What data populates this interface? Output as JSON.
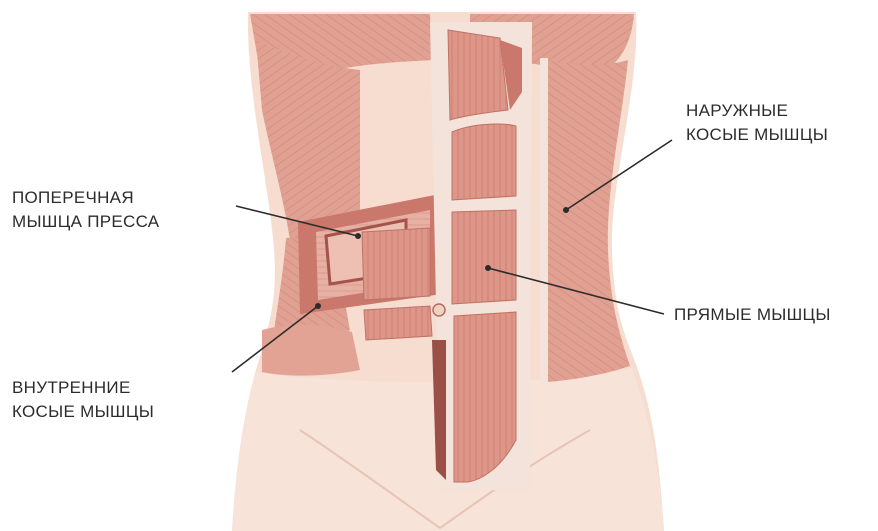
{
  "labels": {
    "transverse": [
      "ПОПЕРЕЧНАЯ",
      "МЫШЦА ПРЕССА"
    ],
    "internal_oblique": [
      "ВНУТРЕННИЕ",
      "КОСЫЕ МЫШЦЫ"
    ],
    "external_oblique": [
      "НАРУЖНЫЕ",
      "КОСЫЕ МЫШЦЫ"
    ],
    "rectus": [
      "ПРЯМЫЕ МЫШЦЫ"
    ]
  },
  "colors": {
    "skin": "#f6ddd0",
    "skin_light": "#fbece3",
    "muscle": "#df9a8c",
    "muscle_dark": "#c9786b",
    "muscle_deep": "#9a4f47",
    "sheath": "#f4e3da",
    "leader_line": "#2c2c2c"
  }
}
